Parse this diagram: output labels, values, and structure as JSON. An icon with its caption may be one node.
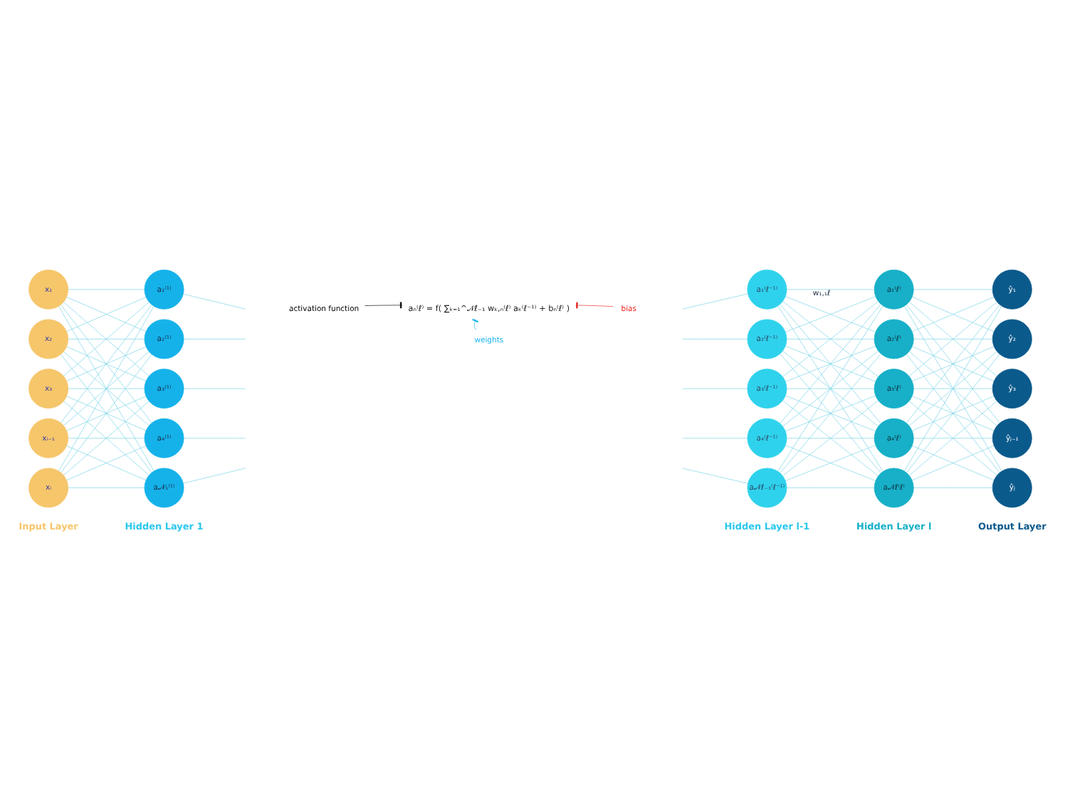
{
  "diagram": {
    "nodes": [
      {
        "text": [
          "x₁"
        ]
      },
      {
        "text": [
          "x₂"
        ]
      },
      {
        "text": [
          "x₃"
        ]
      },
      {
        "text": [
          "xᵢ₋₁"
        ]
      },
      {
        "text": [
          "xᵢ"
        ]
      },
      {
        "text": [
          "a₁⁽¹⁾"
        ]
      },
      {
        "text": [
          "a₂⁽¹⁾"
        ]
      },
      {
        "text": [
          "a₃⁽¹⁾"
        ]
      },
      {
        "text": [
          "a₄⁽¹⁾"
        ]
      },
      {
        "text": [
          "a𝒩₁⁽¹⁾"
        ]
      },
      {
        "text": [
          "a₁⁽ℓ⁻¹⁾"
        ]
      },
      {
        "text": [
          "a₂⁽ℓ⁻¹⁾"
        ]
      },
      {
        "text": [
          "a₃⁽ℓ⁻¹⁾"
        ]
      },
      {
        "text": [
          "a₄⁽ℓ⁻¹⁾"
        ]
      },
      {
        "text": [
          "a𝒩ℓ₋₁⁽ℓ⁻¹⁾"
        ]
      },
      {
        "text": [
          "a₁⁽ℓ⁾"
        ]
      },
      {
        "text": [
          "a₂⁽ℓ⁾"
        ]
      },
      {
        "text": [
          "a₃⁽ℓ⁾"
        ]
      },
      {
        "text": [
          "a₄⁽ℓ⁾"
        ]
      },
      {
        "text": [
          "a𝒩ℓ⁽ℓ⁾"
        ]
      },
      {
        "text": [
          "ŷ₁"
        ]
      },
      {
        "text": [
          "ŷ₂"
        ]
      },
      {
        "text": [
          "ŷ₃"
        ]
      },
      {
        "text": [
          "ŷⱼ₋₁"
        ]
      },
      {
        "text": [
          "ŷⱼ"
        ]
      },
      {
        "text": [
          "aₙ⁽ℓ⁾ = f( ∑ₖ₌₁^𝒩ℓ₋₁ wₖ,ₙ⁽ℓ⁾ aₖ⁽ℓ⁻¹⁾ + bₙ⁽ℓ⁾ )"
        ]
      },
      {
        "text": [
          "activation function"
        ]
      },
      {
        "text": [
          "weights"
        ]
      },
      {
        "text": [
          "bias"
        ]
      }
    ],
    "edges": [
      {
        "from": 0,
        "to": 5,
        "arrow": "none"
      },
      {
        "from": 0,
        "to": 6,
        "arrow": "none"
      },
      {
        "from": 0,
        "to": 7,
        "arrow": "none"
      },
      {
        "from": 0,
        "to": 8,
        "arrow": "none"
      },
      {
        "from": 0,
        "to": 9,
        "arrow": "none"
      },
      {
        "from": 1,
        "to": 5,
        "arrow": "none"
      },
      {
        "from": 1,
        "to": 6,
        "arrow": "none"
      },
      {
        "from": 1,
        "to": 7,
        "arrow": "none"
      },
      {
        "from": 1,
        "to": 8,
        "arrow": "none"
      },
      {
        "from": 1,
        "to": 9,
        "arrow": "none"
      },
      {
        "from": 2,
        "to": 5,
        "arrow": "none"
      },
      {
        "from": 2,
        "to": 6,
        "arrow": "none"
      },
      {
        "from": 2,
        "to": 7,
        "arrow": "none"
      },
      {
        "from": 2,
        "to": 8,
        "arrow": "none"
      },
      {
        "from": 2,
        "to": 9,
        "arrow": "none"
      },
      {
        "from": 3,
        "to": 5,
        "arrow": "none"
      },
      {
        "from": 3,
        "to": 6,
        "arrow": "none"
      },
      {
        "from": 3,
        "to": 7,
        "arrow": "none"
      },
      {
        "from": 3,
        "to": 8,
        "arrow": "none"
      },
      {
        "from": 3,
        "to": 9,
        "arrow": "none"
      },
      {
        "from": 4,
        "to": 5,
        "arrow": "none"
      },
      {
        "from": 4,
        "to": 6,
        "arrow": "none"
      },
      {
        "from": 4,
        "to": 7,
        "arrow": "none"
      },
      {
        "from": 4,
        "to": 8,
        "arrow": "none"
      },
      {
        "from": 4,
        "to": 9,
        "arrow": "none"
      },
      {
        "from": 5,
        "to": null,
        "arrow": "none"
      },
      {
        "from": 6,
        "to": null,
        "arrow": "none"
      },
      {
        "from": 7,
        "to": null,
        "arrow": "none"
      },
      {
        "from": 8,
        "to": null,
        "arrow": "none"
      },
      {
        "from": 9,
        "to": null,
        "arrow": "none"
      },
      {
        "from": null,
        "to": 10,
        "arrow": "none"
      },
      {
        "from": null,
        "to": 11,
        "arrow": "none"
      },
      {
        "from": null,
        "to": 12,
        "arrow": "none"
      },
      {
        "from": null,
        "to": 13,
        "arrow": "none"
      },
      {
        "from": null,
        "to": 14,
        "arrow": "none"
      },
      {
        "from": 10,
        "to": 15,
        "arrow": "none",
        "label": "w₁,₁ℓ"
      },
      {
        "from": 10,
        "to": 16,
        "arrow": "none"
      },
      {
        "from": 10,
        "to": 17,
        "arrow": "none"
      },
      {
        "from": 10,
        "to": 18,
        "arrow": "none"
      },
      {
        "from": 10,
        "to": 19,
        "arrow": "none"
      },
      {
        "from": 11,
        "to": 15,
        "arrow": "none"
      },
      {
        "from": 11,
        "to": 16,
        "arrow": "none"
      },
      {
        "from": 11,
        "to": 17,
        "arrow": "none"
      },
      {
        "from": 11,
        "to": 18,
        "arrow": "none"
      },
      {
        "from": 11,
        "to": 19,
        "arrow": "none"
      },
      {
        "from": 12,
        "to": 15,
        "arrow": "none"
      },
      {
        "from": 12,
        "to": 16,
        "arrow": "none"
      },
      {
        "from": 12,
        "to": 17,
        "arrow": "none"
      },
      {
        "from": 12,
        "to": 18,
        "arrow": "none"
      },
      {
        "from": 12,
        "to": 19,
        "arrow": "none"
      },
      {
        "from": 13,
        "to": 15,
        "arrow": "none"
      },
      {
        "from": 13,
        "to": 16,
        "arrow": "none"
      },
      {
        "from": 13,
        "to": 17,
        "arrow": "none"
      },
      {
        "from": 13,
        "to": 18,
        "arrow": "none"
      },
      {
        "from": 13,
        "to": 19,
        "arrow": "none"
      },
      {
        "from": 14,
        "to": 15,
        "arrow": "none"
      },
      {
        "from": 14,
        "to": 16,
        "arrow": "none"
      },
      {
        "from": 14,
        "to": 17,
        "arrow": "none"
      },
      {
        "from": 14,
        "to": 18,
        "arrow": "none"
      },
      {
        "from": 14,
        "to": 19,
        "arrow": "none"
      },
      {
        "from": 15,
        "to": 20,
        "arrow": "none"
      },
      {
        "from": 15,
        "to": 21,
        "arrow": "none"
      },
      {
        "from": 15,
        "to": 22,
        "arrow": "none"
      },
      {
        "from": 15,
        "to": 23,
        "arrow": "none"
      },
      {
        "from": 15,
        "to": 24,
        "arrow": "none"
      },
      {
        "from": 16,
        "to": 20,
        "arrow": "none"
      },
      {
        "from": 16,
        "to": 21,
        "arrow": "none"
      },
      {
        "from": 16,
        "to": 22,
        "arrow": "none"
      },
      {
        "from": 16,
        "to": 23,
        "arrow": "none"
      },
      {
        "from": 16,
        "to": 24,
        "arrow": "none"
      },
      {
        "from": 17,
        "to": 20,
        "arrow": "none"
      },
      {
        "from": 17,
        "to": 21,
        "arrow": "none"
      },
      {
        "from": 17,
        "to": 22,
        "arrow": "none"
      },
      {
        "from": 17,
        "to": 23,
        "arrow": "none"
      },
      {
        "from": 17,
        "to": 24,
        "arrow": "none"
      },
      {
        "from": 18,
        "to": 20,
        "arrow": "none"
      },
      {
        "from": 18,
        "to": 21,
        "arrow": "none"
      },
      {
        "from": 18,
        "to": 22,
        "arrow": "none"
      },
      {
        "from": 18,
        "to": 23,
        "arrow": "none"
      },
      {
        "from": 18,
        "to": 24,
        "arrow": "none"
      },
      {
        "from": 19,
        "to": 20,
        "arrow": "none"
      },
      {
        "from": 19,
        "to": 21,
        "arrow": "none"
      },
      {
        "from": 19,
        "to": 22,
        "arrow": "none"
      },
      {
        "from": 19,
        "to": 23,
        "arrow": "none"
      },
      {
        "from": 19,
        "to": 24,
        "arrow": "none"
      },
      {
        "from": 26,
        "to": 25,
        "arrow": "other",
        "color": "#000000"
      },
      {
        "from": 27,
        "to": 25,
        "arrow": "other",
        "color": "#1ab4e8"
      },
      {
        "from": 28,
        "to": 25,
        "arrow": "other",
        "color": "#e8201c"
      }
    ],
    "labels": [
      "Input Layer",
      "Hidden Layer 1",
      "Hidden Layer l-1",
      "Hidden Layer l",
      "Output Layer"
    ]
  }
}
